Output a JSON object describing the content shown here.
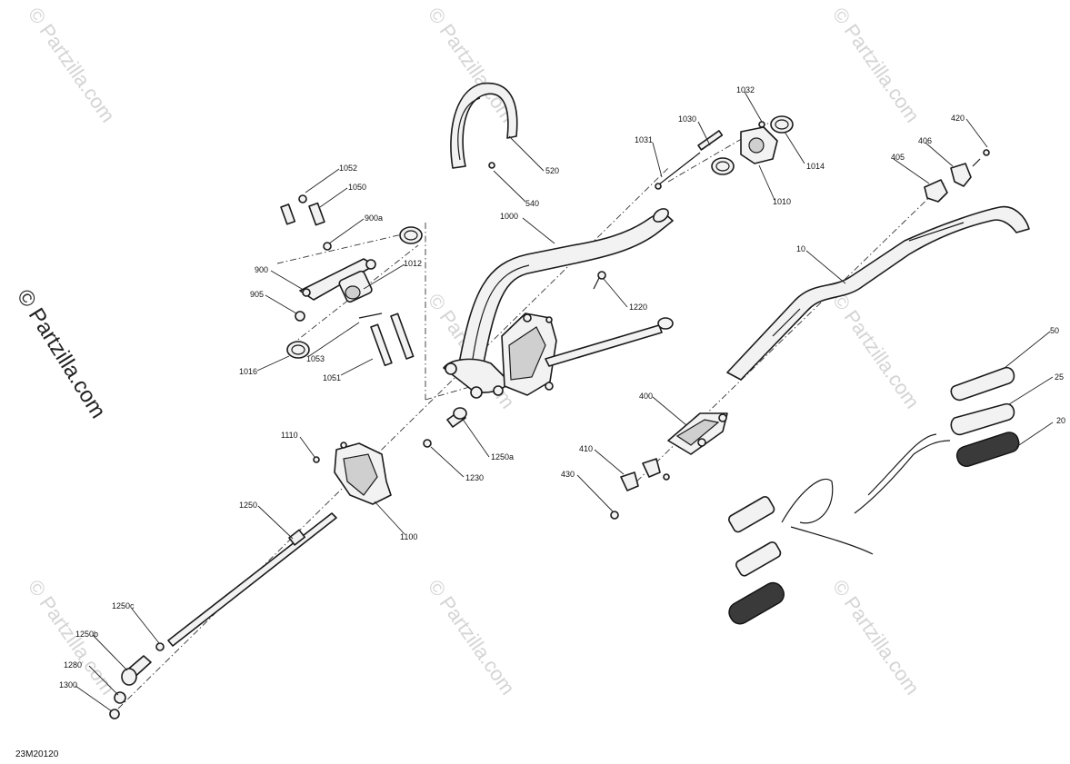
{
  "figure_id": "23M20120",
  "copyright": "© Partzilla.com",
  "watermark": "© Partzilla.com",
  "callouts": [
    "1052",
    "1050",
    "900a",
    "900",
    "905",
    "1012",
    "1016",
    "1053",
    "1051",
    "520",
    "540",
    "1000",
    "1220",
    "1032",
    "1030",
    "1031",
    "1014",
    "1010",
    "420",
    "406",
    "405",
    "10",
    "1110",
    "1250a",
    "1230",
    "1100",
    "1250",
    "400",
    "410",
    "430",
    "50",
    "25",
    "20",
    "1250c",
    "1250b",
    "1280",
    "1300"
  ]
}
